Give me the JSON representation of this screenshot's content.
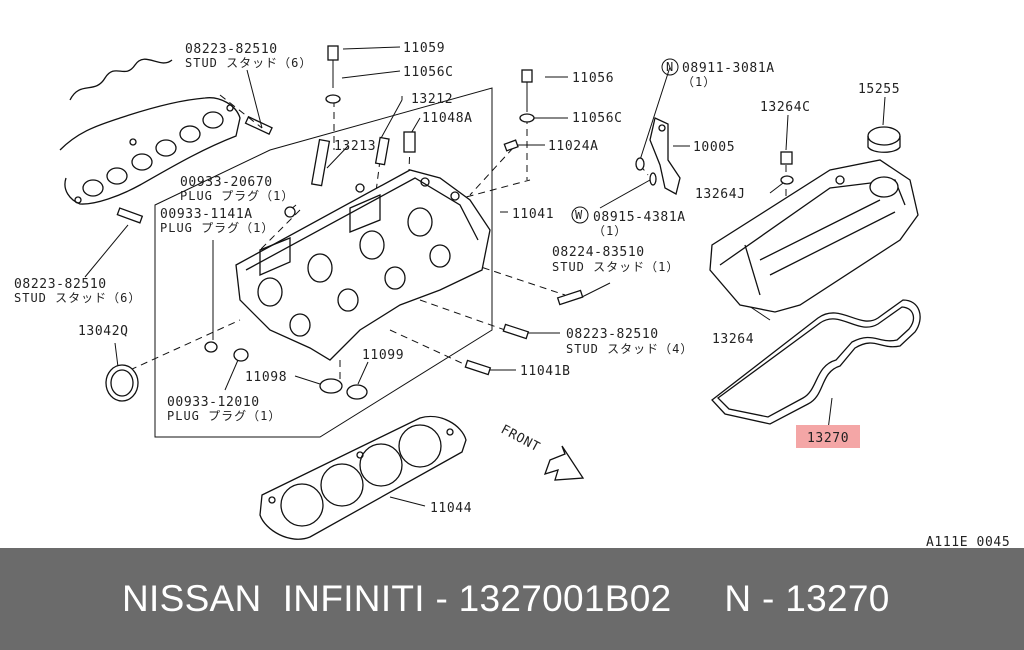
{
  "parts": [
    {
      "id": "p-08223-82510-top",
      "code": "08223-82510",
      "desc": "STUD スタッド（6）"
    },
    {
      "id": "p-11059",
      "code": "11059"
    },
    {
      "id": "p-11056C-top",
      "code": "11056C"
    },
    {
      "id": "p-13212",
      "code": "13212"
    },
    {
      "id": "p-11048A",
      "code": "11048A"
    },
    {
      "id": "p-13213",
      "code": "13213"
    },
    {
      "id": "p-00933-20670",
      "code": "00933-20670",
      "desc": "PLUG プラグ（1）"
    },
    {
      "id": "p-00933-1141A",
      "code": "00933-1141A",
      "desc": "PLUG プラグ（1）"
    },
    {
      "id": "p-08223-82510-left",
      "code": "08223-82510",
      "desc": "STUD スタッド（6）"
    },
    {
      "id": "p-13042Q",
      "code": "13042Q"
    },
    {
      "id": "p-11098",
      "code": "11098"
    },
    {
      "id": "p-11099",
      "code": "11099"
    },
    {
      "id": "p-00933-12010",
      "code": "00933-12010",
      "desc": "PLUG プラグ（1）"
    },
    {
      "id": "p-11044",
      "code": "11044"
    },
    {
      "id": "p-11056",
      "code": "11056"
    },
    {
      "id": "p-11056C-right",
      "code": "11056C"
    },
    {
      "id": "p-11024A",
      "code": "11024A"
    },
    {
      "id": "p-11041",
      "code": "11041"
    },
    {
      "id": "p-08224-83510",
      "code": "08224-83510",
      "desc": "STUD スタッド（1）"
    },
    {
      "id": "p-08223-82510-mid",
      "code": "08223-82510",
      "desc": "STUD スタッド（4）"
    },
    {
      "id": "p-11041B",
      "code": "11041B"
    },
    {
      "id": "p-08911-3081A",
      "code": "08911-3081A",
      "prefix": "N",
      "desc": "（1）"
    },
    {
      "id": "p-10005",
      "code": "10005"
    },
    {
      "id": "p-08915-4381A",
      "code": "08915-4381A",
      "prefix": "W",
      "desc": "（1）"
    },
    {
      "id": "p-13264C",
      "code": "13264C"
    },
    {
      "id": "p-15255",
      "code": "15255"
    },
    {
      "id": "p-13264J",
      "code": "13264J"
    },
    {
      "id": "p-13264",
      "code": "13264"
    },
    {
      "id": "p-13270",
      "code": "13270",
      "highlighted": true
    }
  ],
  "front_label": "FRONT",
  "diagram_code": "A111E 0045",
  "highlight_color": "#f4a6a6",
  "footer": {
    "text": "NISSAN  INFINITI - 1327001B02     N - 13270",
    "background": "#6b6b6b"
  }
}
